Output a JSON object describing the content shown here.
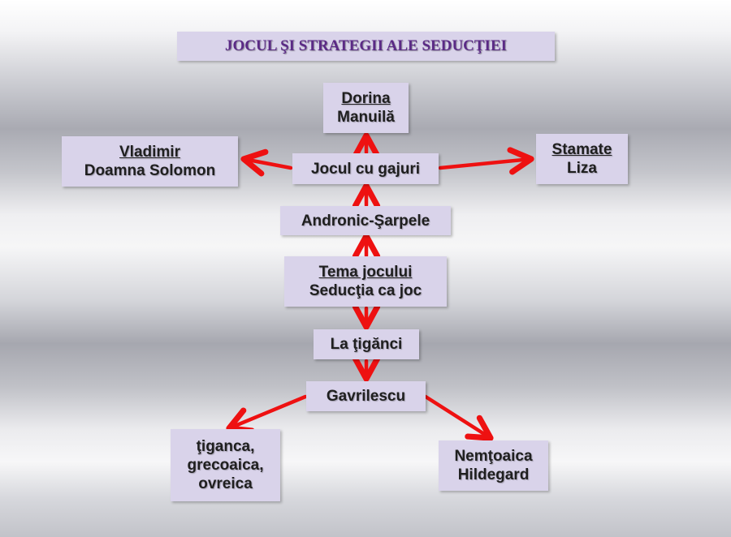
{
  "title": "JOCUL ŞI STRATEGII ALE SEDUCŢIEI",
  "nodes": {
    "dorina": {
      "line1": "Dorina",
      "line2": "Manuilă"
    },
    "vladimir": {
      "line1": "Vladimir",
      "line2": "Doamna Solomon"
    },
    "jocul_gajuri": {
      "label": "Jocul cu gajuri"
    },
    "stamate": {
      "line1": "Stamate",
      "line2": "Liza"
    },
    "andronic": {
      "label": "Andronic-Şarpele"
    },
    "tema": {
      "line1": "Tema jocului",
      "line2": "Seducţia ca joc"
    },
    "la_tiganci": {
      "label": "La ţigănci"
    },
    "gavrilescu": {
      "label": "Gavrilescu"
    },
    "tiganca": {
      "line1": "ţiganca,",
      "line2": "grecoaica,",
      "line3": "ovreica"
    },
    "nemtoaica": {
      "line1": "Nemţoaica",
      "line2": "Hildegard"
    }
  },
  "colors": {
    "arrow": "#ee1111",
    "box": "#d9d3ea",
    "title_text": "#5b2a86"
  }
}
